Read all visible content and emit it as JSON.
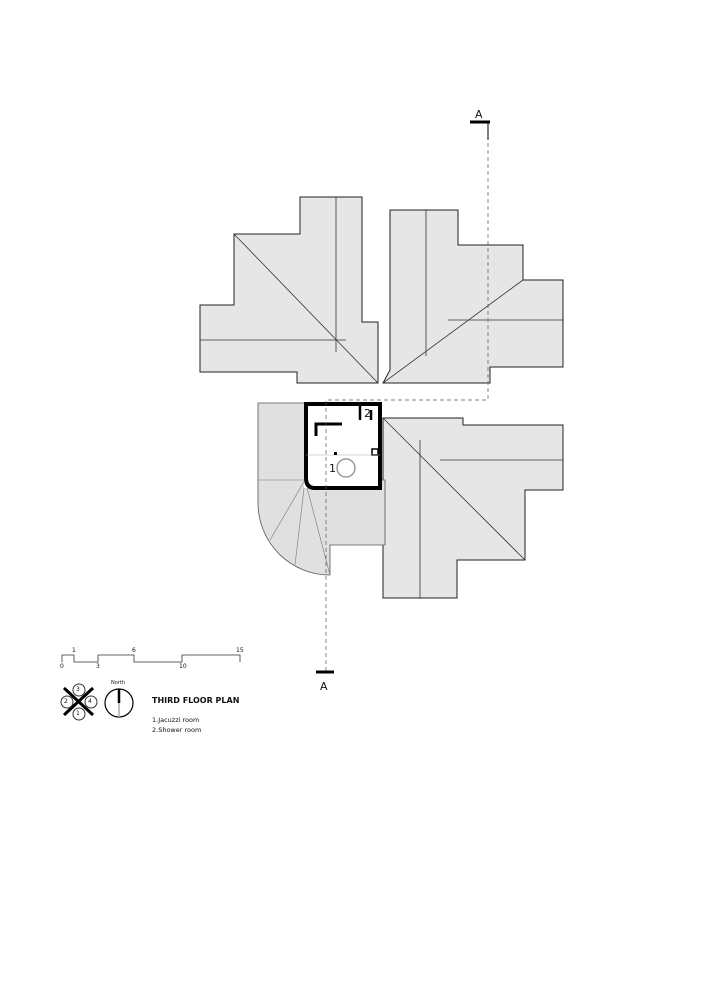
{
  "title": "THIRD FLOOR PLAN",
  "legend": [
    "1.Jacuzzi room",
    "2.Shower room"
  ],
  "room_labels": [
    "1",
    "2"
  ],
  "section_marker": {
    "top": "A",
    "bottom": "A"
  },
  "north_label": "North",
  "scale_bar": {
    "ticks": [
      "0",
      "1",
      "3",
      "6",
      "10",
      "15"
    ]
  },
  "key_plan": {
    "numbers": [
      "3",
      "2",
      "4",
      "1"
    ]
  }
}
